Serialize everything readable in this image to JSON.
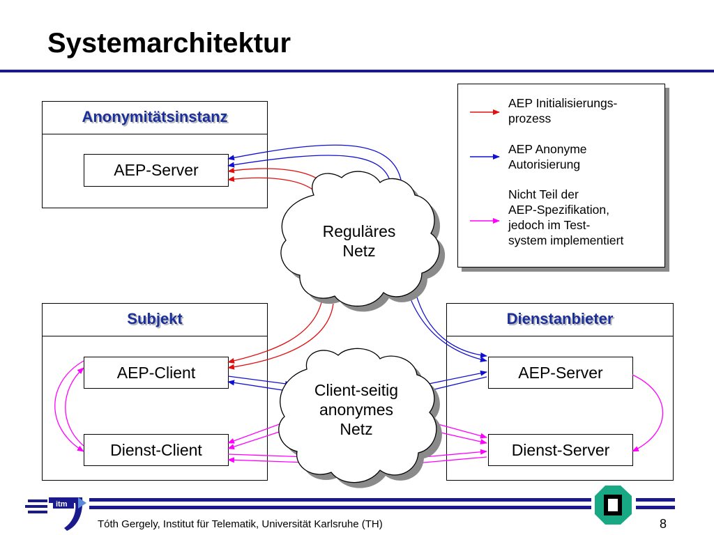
{
  "title": "Systemarchitektur",
  "panels": {
    "anonymity": {
      "title": "Anonymitätsinstanz",
      "server": "AEP-Server"
    },
    "subject": {
      "title": "Subjekt",
      "client": "AEP-Client",
      "service_client": "Dienst-Client"
    },
    "provider": {
      "title": "Dienstanbieter",
      "server": "AEP-Server",
      "service_server": "Dienst-Server"
    }
  },
  "clouds": {
    "regular": "Reguläres\nNetz",
    "anonymous": "Client-seitig\nanonymes\nNetz"
  },
  "legend": {
    "items": [
      {
        "text": "AEP Initialisierungs-\nprozess",
        "color": "#e01010"
      },
      {
        "text": "AEP Anonyme\nAutorisierung",
        "color": "#1010d0"
      },
      {
        "text": "Nicht Teil der\nAEP-Spezifikation,\njedoch im Test-\nsystem implementiert",
        "color": "#ff00ff"
      }
    ]
  },
  "footer": {
    "logo_text": "itm",
    "author": "Tóth Gergely, Institut für Telematik, Universität Karlsruhe (TH)",
    "page": "8"
  },
  "colors": {
    "accent": "#1a1a8c",
    "heading": "#1a2e9c",
    "red": "#e01010",
    "blue": "#1010d0",
    "magenta": "#ff00ff",
    "seal": "#19a884"
  }
}
